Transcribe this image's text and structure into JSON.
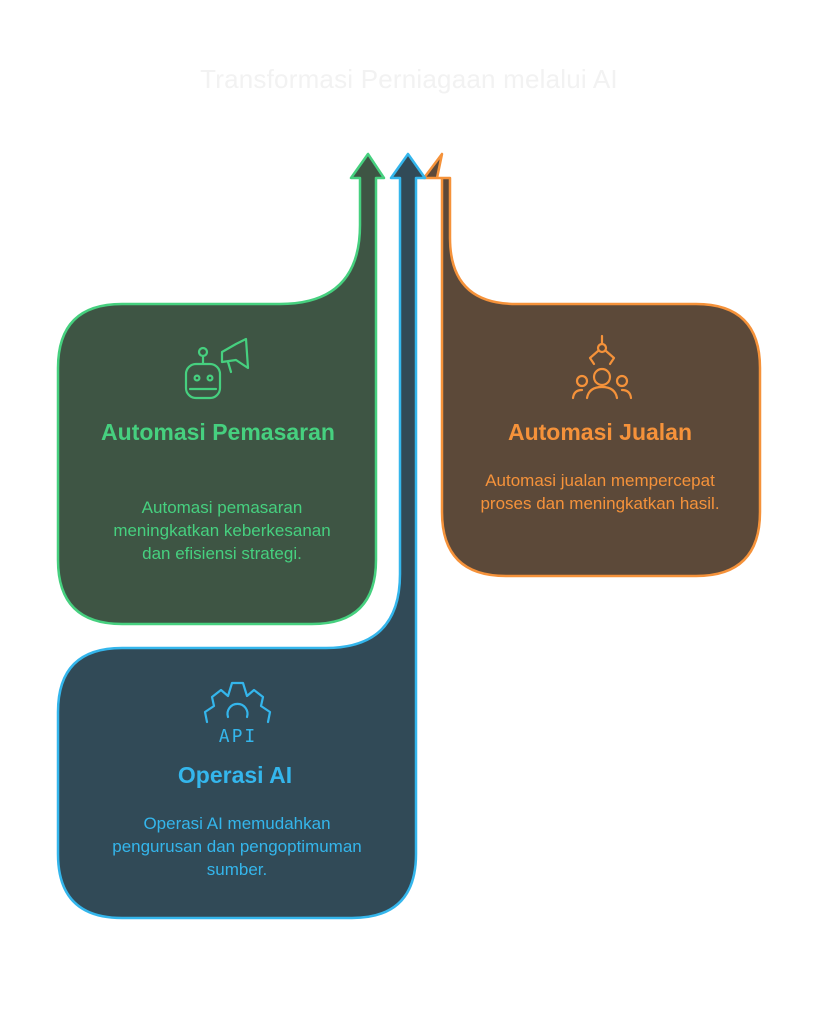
{
  "title": "Transformasi Perniagaan melalui AI",
  "colors": {
    "green": "#46d07f",
    "green_fill": "#3e5544",
    "orange": "#f5923a",
    "orange_fill": "#5c4939",
    "blue": "#34b6ec",
    "blue_fill": "#314a57"
  },
  "cards": {
    "marketing": {
      "icon": "robot-megaphone-icon",
      "title": "Automasi Pemasaran",
      "description": "Automasi pemasaran meningkatkan keberkesanan dan efisiensi strategi."
    },
    "sales": {
      "icon": "robotic-hand-people-icon",
      "title": "Automasi Jualan",
      "description": "Automasi jualan mempercepat proses dan meningkatkan hasil."
    },
    "operations": {
      "icon": "gear-api-icon",
      "icon_label": "API",
      "title": "Operasi AI",
      "description": "Operasi AI memudahkan pengurusan dan pengoptimuman sumber."
    }
  }
}
